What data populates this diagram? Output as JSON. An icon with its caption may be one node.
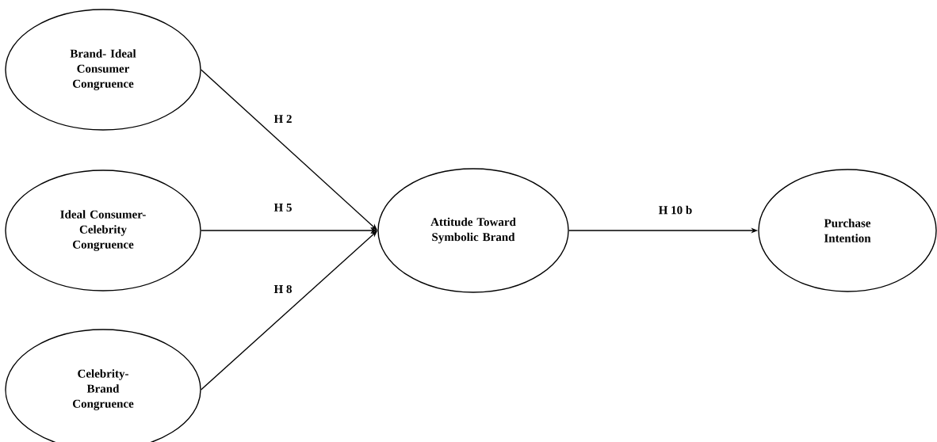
{
  "diagram": {
    "nodes": [
      {
        "text": [
          "Brand- Ideal Consumer Congruence"
        ]
      },
      {
        "text": [
          "Ideal Consumer- Celebrity Congruence"
        ]
      },
      {
        "text": [
          "Celebrity- Brand Congruence"
        ]
      },
      {
        "text": [
          "Attitude Toward Symbolic Brand"
        ]
      },
      {
        "text": [
          "Purchase Intention"
        ]
      }
    ],
    "edges": [
      {
        "from": 0,
        "to": 3,
        "arrow": "to",
        "label": "H 2"
      },
      {
        "from": 1,
        "to": 3,
        "arrow": "to",
        "label": "H 5"
      },
      {
        "from": 2,
        "to": 3,
        "arrow": "to",
        "label": "H 8"
      },
      {
        "from": 3,
        "to": 4,
        "arrow": "to",
        "label": "H 10 b"
      }
    ]
  }
}
